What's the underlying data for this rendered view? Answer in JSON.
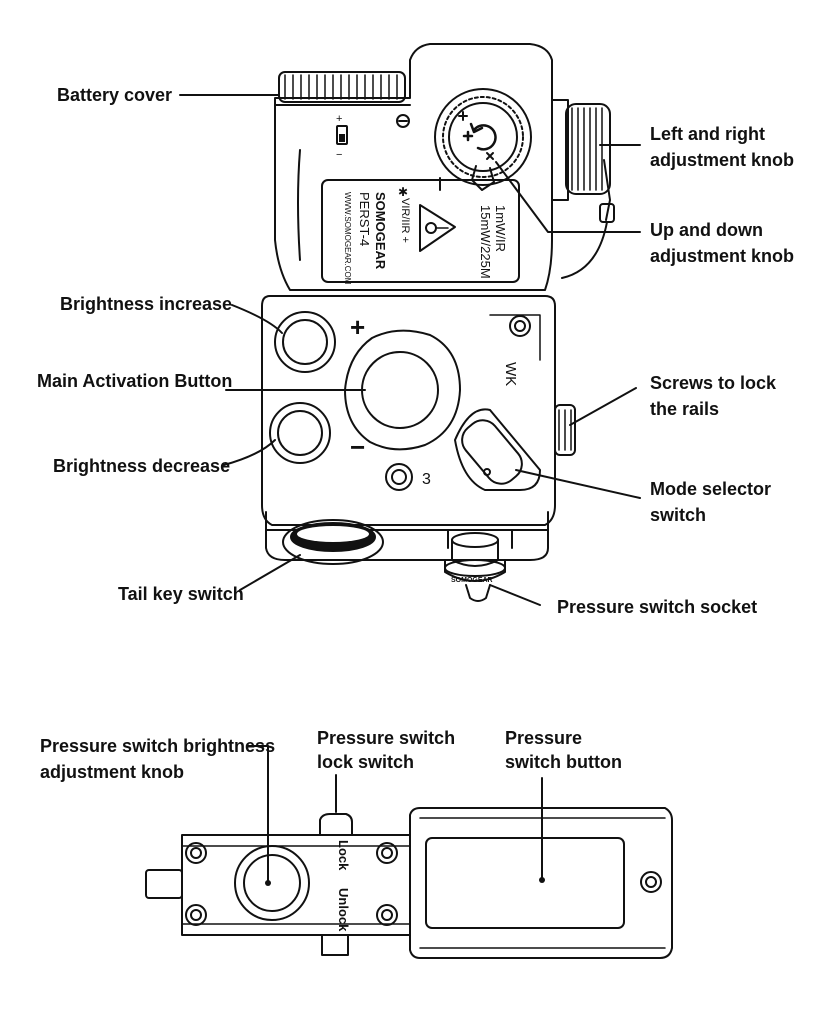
{
  "colors": {
    "ink": "#111111",
    "background": "#ffffff"
  },
  "labels": {
    "battery_cover": "Battery cover",
    "lr_knob_1": "Left and right",
    "lr_knob_2": "adjustment knob",
    "ud_knob_1": "Up and down",
    "ud_knob_2": "adjustment knob",
    "brightness_increase": "Brightness increase",
    "main_activation": "Main Activation Button",
    "screws_1": "Screws to lock",
    "screws_2": "the rails",
    "brightness_decrease": "Brightness decrease",
    "mode_1": "Mode selector",
    "mode_2": "switch",
    "tail_key": "Tail key switch",
    "pressure_socket": "Pressure switch socket",
    "ps_brightness_1": "Pressure switch brightness",
    "ps_brightness_2": "adjustment knob",
    "ps_lock_1": "Pressure switch",
    "ps_lock_2": "lock switch",
    "ps_button_1": "Pressure",
    "ps_button_2": "switch button"
  },
  "device": {
    "brand": "SOMOGEAR",
    "model": "PERST-4",
    "website": "WWW.SOMOGEAR.COM",
    "laser_line": "VIR/IIR +",
    "spec_1": "1mW/IR",
    "spec_2": "15mW/225M",
    "plus_sign": "+",
    "minus_sign": "−",
    "mode_mark": "WK",
    "number_mark": "3",
    "socket_brand": "SOMOGEAR",
    "lock_text": "Lock",
    "unlock_text": "Unlock"
  }
}
